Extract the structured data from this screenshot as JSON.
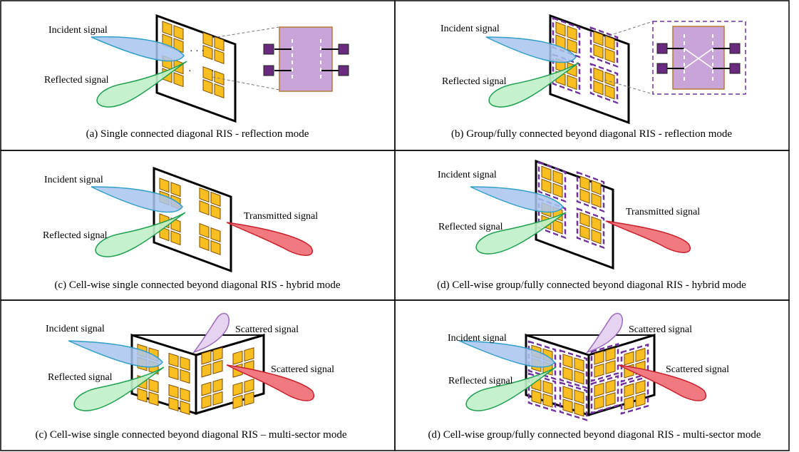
{
  "panels": [
    {
      "id": "a",
      "caption": "(a) Single connected diagonal RIS - reflection mode",
      "labels": {
        "incident": "Incident signal",
        "reflected": "Reflected signal"
      }
    },
    {
      "id": "b",
      "caption": "(b) Group/fully connected beyond diagonal RIS - reflection mode",
      "labels": {
        "incident": "Incident signal",
        "reflected": "Reflected signal"
      }
    },
    {
      "id": "c",
      "caption": "(c) Cell-wise single connected beyond diagonal RIS - hybrid mode",
      "labels": {
        "incident": "Incident signal",
        "reflected": "Reflected signal",
        "transmitted": "Transmitted signal"
      }
    },
    {
      "id": "d",
      "caption": "(d) Cell-wise group/fully connected beyond diagonal RIS - hybrid mode",
      "labels": {
        "incident": "Incident signal",
        "reflected": "Reflected signal",
        "transmitted": "Transmitted signal"
      }
    },
    {
      "id": "e",
      "caption": "(c) Cell-wise single connected beyond diagonal RIS – multi-sector mode",
      "labels": {
        "incident": "Incident signal",
        "reflected": "Reflected signal",
        "scattered_top": "Scattered signal",
        "scattered_right": "Scattered signal"
      }
    },
    {
      "id": "f",
      "caption": "(d) Cell-wise group/fully connected beyond diagonal RIS - multi-sector mode",
      "labels": {
        "incident": "Incident signal",
        "reflected": "Reflected signal",
        "scattered_top": "Scattered signal",
        "scattered_right": "Scattered signal"
      }
    }
  ],
  "colors": {
    "incident_beam": "#a9c4f0",
    "incident_edge": "#2f9fc8",
    "reflected_beam": "#bff0c9",
    "reflected_edge": "#1fa050",
    "transmitted_beam": "#f07a80",
    "transmitted_edge": "#c8202a",
    "scattered_top_beam": "#e6d3f2",
    "scattered_top_edge": "#9b6ab8",
    "element_fill": "#f9bf20",
    "element_edge": "#7a4a00",
    "group_outline": "#7030a0",
    "circuit_fill": "#c9a4d8",
    "circuit_edge": "#b87a30",
    "port_fill": "#6a2a80"
  }
}
